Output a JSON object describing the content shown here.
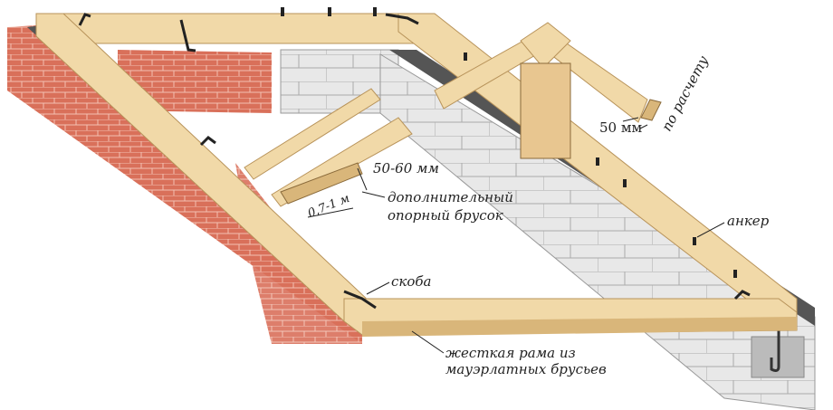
{
  "labels": {
    "gap": "50-60 мм",
    "spacing": "0,7-1 м",
    "support_bar": [
      "дополнительный",
      "опорный брусок"
    ],
    "thickness": "50 мм",
    "by_calculation": "по расчету",
    "anchor": "анкер",
    "bracket": "скоба",
    "frame": [
      "жесткая рама из",
      "мауэрлатных брусьев"
    ]
  },
  "colors": {
    "brick": "#d9705a",
    "block": "#e6e6e6",
    "wood": "#f1d9a8",
    "wood_dark": "#d9b67a",
    "waterproofing": "#555555"
  }
}
